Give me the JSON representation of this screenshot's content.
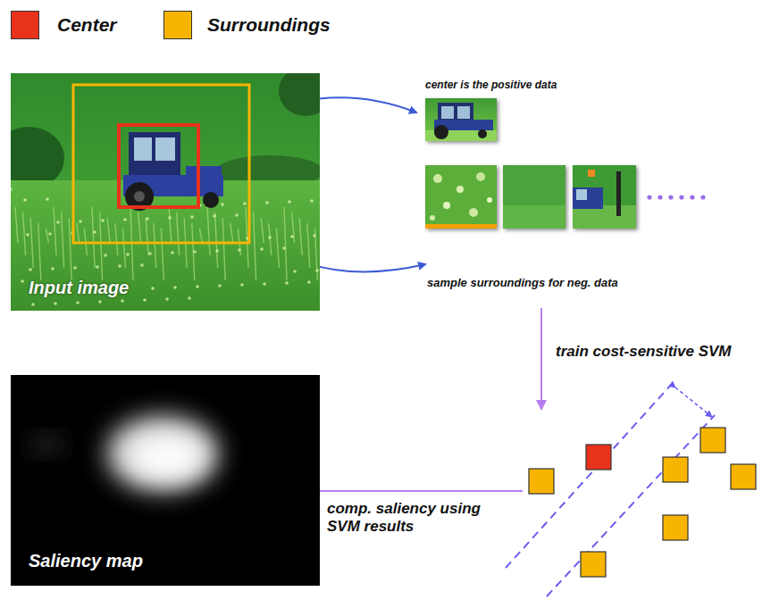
{
  "diagram": {
    "nodes": [
      {
        "text": [
          "Input image"
        ]
      },
      {
        "text": [
          "Saliency map"
        ]
      }
    ],
    "labels": [
      "center is the positive data",
      "sample surroundings for neg. data",
      "train cost-sensitive SVM",
      "comp. saliency using SVM results"
    ],
    "legend": [
      {
        "text": "Center",
        "color": "#e8321c"
      },
      {
        "text": "Surroundings",
        "color": "#f7b500"
      }
    ]
  }
}
